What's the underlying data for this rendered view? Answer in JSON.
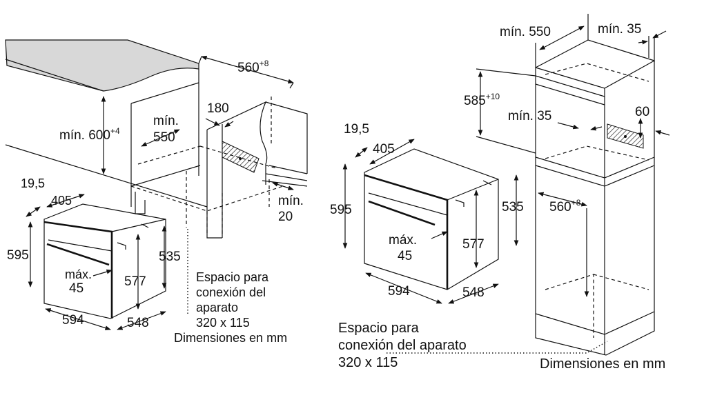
{
  "colors": {
    "line": "#111111",
    "counter": "#d8d8d8",
    "background": "#ffffff"
  },
  "left": {
    "min600": "mín. 600",
    "min600_sup": "+4",
    "min550_a": "mín.",
    "min550_b": "550",
    "d560": "560",
    "d560_sup": "+8",
    "d180": "180",
    "min20_a": "mín.",
    "min20_b": "20",
    "d19_5": "19,5",
    "d405": "405",
    "d595": "595",
    "max45_a": "máx.",
    "max45_b": "45",
    "d577": "577",
    "d535": "535",
    "d594": "594",
    "d548": "548",
    "note_line1": "Espacio para",
    "note_line2": "conexión del",
    "note_line3": "aparato",
    "note_line4": "320 x 115",
    "units": "Dimensiones en mm"
  },
  "right": {
    "min550": "mín. 550",
    "min35_top": "mín. 35",
    "d585": "585",
    "d585_sup": "+10",
    "min35_mid": "mín. 35",
    "d60": "60",
    "d19_5": "19,5",
    "d405": "405",
    "d595": "595",
    "max45_a": "máx.",
    "max45_b": "45",
    "d577": "577",
    "d535": "535",
    "d560": "560",
    "d560_sup": "+8",
    "d594": "594",
    "d548": "548",
    "note_line1": "Espacio para",
    "note_line2": "conexión del aparato",
    "note_line3": "320 x 115",
    "units": "Dimensiones en mm"
  }
}
